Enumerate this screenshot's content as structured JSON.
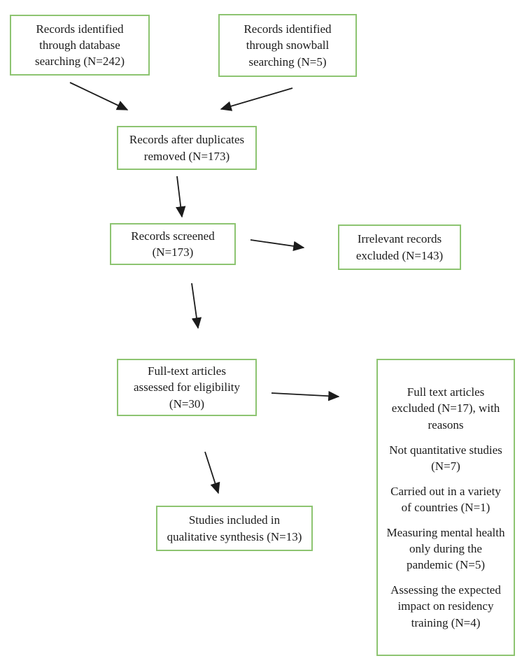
{
  "diagram": {
    "title": "PRISMA study selection flow diagram",
    "colors": {
      "box_border": "#8dc471",
      "arrow": "#1b1b1b",
      "background": "#ffffff",
      "text": "#1b1b1b"
    },
    "boxes": {
      "db_search": {
        "text": "Records identified\nthrough database\nsearching (N=242)"
      },
      "snowball": {
        "text": "Records identified\nthrough snowball\nsearching (N=5)"
      },
      "duplicates_removed": {
        "text": "Records after duplicates\nremoved (N=173)"
      },
      "screened": {
        "text": "Records screened\n(N=173)"
      },
      "irrelevant_excluded": {
        "text": "Irrelevant records\nexcluded (N=143)"
      },
      "fulltext_assessed": {
        "text": "Full-text articles\nassessed for eligibility\n(N=30)"
      },
      "included": {
        "text": "Studies included in\nqualitative synthesis (N=13)"
      },
      "exclusion": {
        "reasons": [
          "Full text articles\nexcluded (N=17), with\nreasons",
          "Not quantitative studies\n(N=7)",
          "Carried out in a variety\nof countries (N=1)",
          "Measuring mental health\nonly during the\npandemic (N=5)",
          "Assessing the expected\nimpact on residency\ntraining (N=4)"
        ]
      }
    }
  }
}
